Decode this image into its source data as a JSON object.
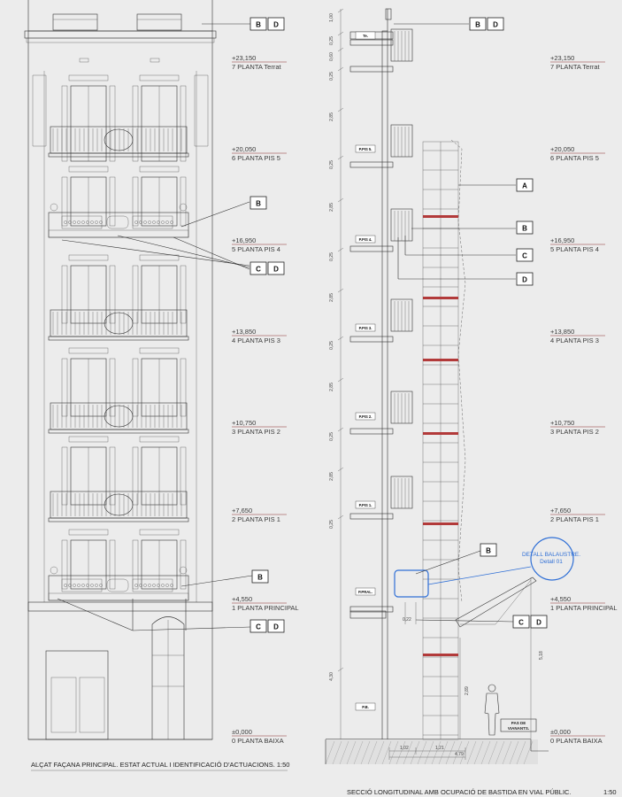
{
  "levels": [
    {
      "value": "+23,150",
      "name": "7 PLANTA Terrat"
    },
    {
      "value": "+20,050",
      "name": "6 PLANTA PIS 5"
    },
    {
      "value": "+16,950",
      "name": "5 PLANTA PIS 4"
    },
    {
      "value": "+13,850",
      "name": "4 PLANTA PIS 3"
    },
    {
      "value": "+10,750",
      "name": "3 PLANTA PIS 2"
    },
    {
      "value": "+7,650",
      "name": "2 PLANTA PIS 1"
    },
    {
      "value": "+4,550",
      "name": "1 PLANTA PRINCIPAL"
    },
    {
      "value": "±0,000",
      "name": "0 PLANTA BAIXA"
    }
  ],
  "floor_labels": [
    "Te.",
    "P.PIS 5.",
    "P.PIS 4.",
    "P.PIS 3.",
    "P.PIS 2.",
    "P.PIS 1.",
    "P.PRAL.",
    "P.B."
  ],
  "vertical_dims": [
    "1,00",
    "0,25",
    "0,60",
    "0,25",
    "2,85",
    "0,25",
    "2,85",
    "0,25",
    "2,85",
    "0,25",
    "2,85",
    "0,25",
    "2,85",
    "0,25",
    "4,30"
  ],
  "horizontal_dims": [
    "1,02",
    "1,21",
    "4,79"
  ],
  "misc_dims": [
    "0,22",
    "5,18",
    "2,89"
  ],
  "tags": {
    "a": "A",
    "b": "B",
    "c": "C",
    "d": "D"
  },
  "detail": {
    "line1": "DETALL BALAUSTRE.",
    "line2": "Detall 01"
  },
  "pas": {
    "line1": "PAS DE",
    "line2": "VIANANTS."
  },
  "captions": {
    "left": "ALÇAT FAÇANA PRINCIPAL. ESTAT ACTUAL I IDENTIFICACIÓ D'ACTUACIONS. 1:50",
    "right": "SECCIÓ LONGITUDINAL AMB OCUPACIÓ DE BASTIDA EN VIAL PÚBLIC.",
    "scale": "1:50"
  },
  "colors": {
    "paper": "#ececec",
    "line": "#333333",
    "level_underline": "#8a2a2a",
    "detail_blue": "#2f6fd6",
    "scaffold_red": "#b23a3a"
  }
}
